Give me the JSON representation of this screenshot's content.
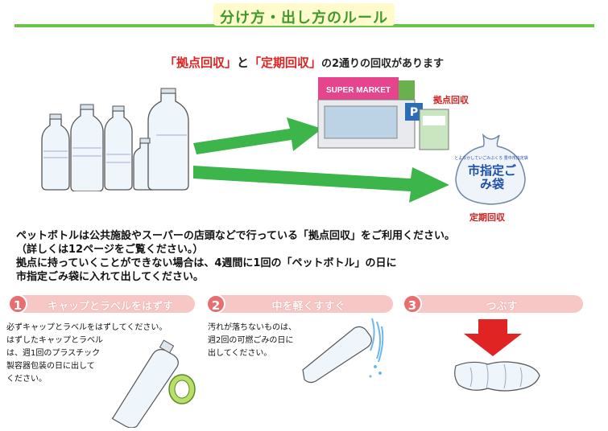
{
  "header": {
    "title": "分け方・出し方のルール"
  },
  "subtitle": {
    "part1": "「拠点回収」",
    "part2": "と",
    "part3": "「定期回収」",
    "part4": "の2通りの回収があります"
  },
  "illustration": {
    "store_sign": "SUPER MARKET",
    "label_base": "拠点回収",
    "label_regular": "定期回収",
    "bag_text_small": "とよなかしていごみぶくろ 豊中市指定袋",
    "bag_text_big": "市指定ごみ袋"
  },
  "body": {
    "lines": [
      "ペットボトルは公共施設やスーパーの店頭などで行っている「拠点回収」をご利用ください。",
      "（詳しくは12ページをご覧ください。）",
      "拠点に持っていくことができない場合は、4週間に1回の「ペットボトル」の日に",
      "市指定ごみ袋に入れて出してください。"
    ]
  },
  "steps": [
    {
      "num": "1",
      "title": "キャップとラベルをはずす",
      "text": [
        "必ずキャップとラベルをはずしてください。",
        "はずしたキャップとラベル",
        "は、週1回のプラスチック",
        "製容器包装の日に出して",
        "ください。"
      ]
    },
    {
      "num": "2",
      "title": "中を軽くすすぐ",
      "text": [
        "汚れが落ちないものは、",
        "週2回の可燃ごみの日に",
        "出してください。"
      ]
    },
    {
      "num": "3",
      "title": "つぶす",
      "text": []
    }
  ],
  "colors": {
    "green": "#6cc24a",
    "red": "#e02424",
    "pink": "#f7c7c6",
    "pink_dark": "#e76f6f"
  }
}
